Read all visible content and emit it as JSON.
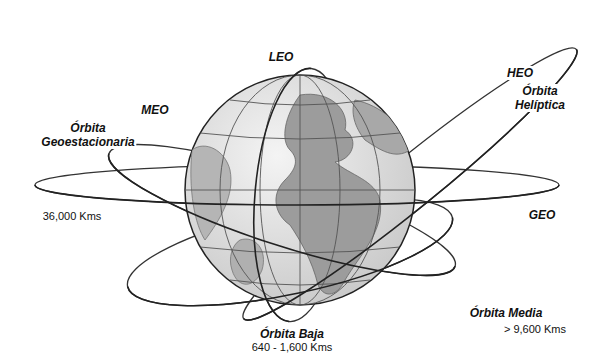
{
  "diagram": {
    "labels": [
      "LEO",
      "HEO",
      "Órbita Helíptica",
      "MEO",
      "Órbita Geoestacionaria",
      "GEO",
      "36,000 Kms",
      "Órbita Media",
      "> 9,600 Kms",
      "Órbita Baja",
      "640 - 1,600 Kms"
    ]
  }
}
